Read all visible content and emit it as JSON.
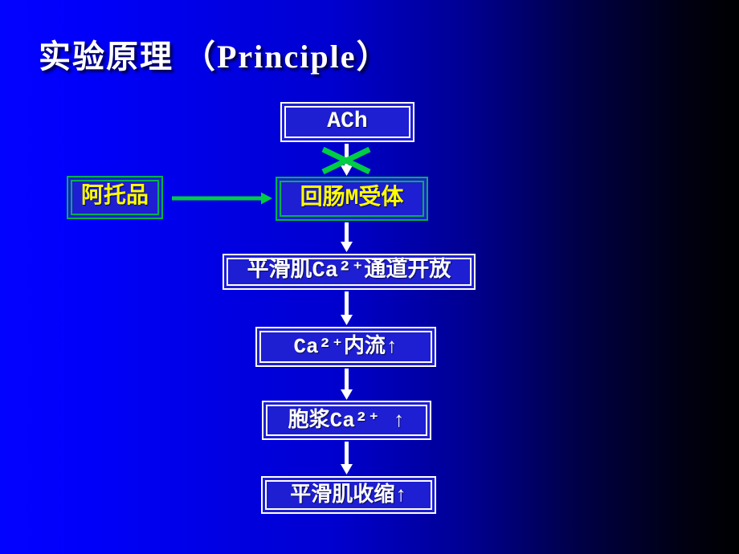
{
  "slide": {
    "title": "实验原理 （Principle）"
  },
  "flowchart": {
    "nodes": {
      "ach": "ACh",
      "atropine": "阿托品",
      "m_receptor": "回肠M受体",
      "ca_channel": "平滑肌Ca²⁺通道开放",
      "ca_influx": "Ca²⁺内流↑",
      "cytoplasm_ca": "胞浆Ca²⁺ ↑",
      "contraction": "平滑肌收缩↑"
    },
    "edges": [
      "ACh → 回肠M受体 (blocked by green cross)",
      "阿托品 → 回肠M受体 (green arrow)",
      "回肠M受体 → 平滑肌Ca²⁺通道开放",
      "平滑肌Ca²⁺通道开放 → Ca²⁺内流↑",
      "Ca²⁺内流↑ → 胞浆Ca²⁺ ↑",
      "胞浆Ca²⁺ ↑ → 平滑肌收缩↑"
    ]
  },
  "colors": {
    "background_left": "#0202ff",
    "background_right": "#000000",
    "box_fill": "#1e1ed2",
    "box_border_white": "#ffffff",
    "box_border_green": "#00b44a",
    "box_text_white": "#ffffff",
    "box_text_yellow": "#ffff00",
    "arrow_white": "#ffffff",
    "arrow_green": "#00cc44",
    "block_cross_green": "#00cc44",
    "title_text": "#ffffff"
  }
}
